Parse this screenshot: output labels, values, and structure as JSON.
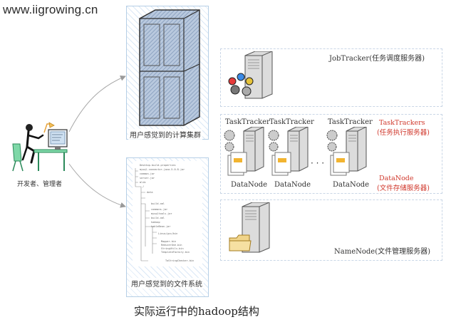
{
  "watermark": "www.iigrowing.cn",
  "developer": {
    "label": "开发者、管理者"
  },
  "panels": {
    "compute": {
      "label": "用户感觉到的计算集群"
    },
    "filesystem": {
      "label": "用户感觉到的文件系统",
      "tree_lines": [
        "Desktop.build.properties",
        "mysql-connector-java-5.0.8.jar",
        "common.jar",
        "server.jar",
        "mlib",
        "/",
        "data",
        "",
        "build.xml",
        "commons.jar",
        "mysqltools.jar",
        "build.xml",
        "hadoop",
        "tableBean.jar",
        "",
        "Linux/gcc/bin",
        "",
        "Mapper.bin",
        "ReducerOne.bin",
        "StringUtils.bin",
        "TemplateFactory.bin",
        "",
        "",
        "",
        "",
        "ToStringChecker.bin",
        ""
      ]
    }
  },
  "cluster": {
    "jobtracker_label": "JobTracker(任务调度服务器)",
    "tasktracker_label": "TaskTracker",
    "datanode_label": "DataNode",
    "ellipsis": "· · ·",
    "tasktrackers_label": "TaskTrackers",
    "tasktrackers_sub": "(任务执行服务器)",
    "datanode_title": "DataNode",
    "datanode_sub": "(文件存储服务器)",
    "namenode_label": "NameNode(文件管理服务器)"
  },
  "caption": "实际运行中的hadoop结构",
  "colors": {
    "accent_red": "#d0382c",
    "hatch_blue": "#dbe8f6",
    "box_border": "#c9d6e6"
  }
}
